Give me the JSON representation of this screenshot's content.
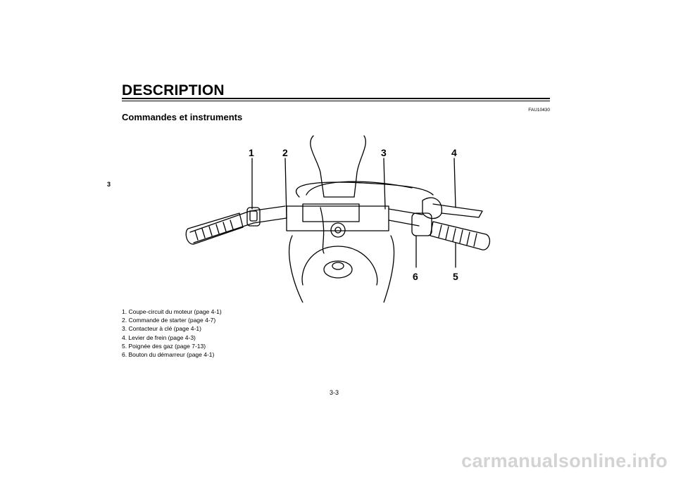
{
  "page": {
    "section_title": "DESCRIPTION",
    "chapter_tab": "3",
    "ref_code": "FAU10430",
    "subtitle": "Commandes et instruments",
    "page_number": "3-3",
    "watermark": "carmanualsonline.info"
  },
  "figure": {
    "callouts": [
      "1",
      "2",
      "3",
      "4",
      "5",
      "6"
    ]
  },
  "legend": [
    "1.  Coupe-circuit du moteur (page 4-1)",
    "2.  Commande de starter (page 4-7)",
    "3.  Contacteur à clé (page 4-1)",
    "4.  Levier de frein (page 4-3)",
    "5.  Poignée des gaz (page 7-13)",
    "6.  Bouton du démarreur (page 4-1)"
  ]
}
